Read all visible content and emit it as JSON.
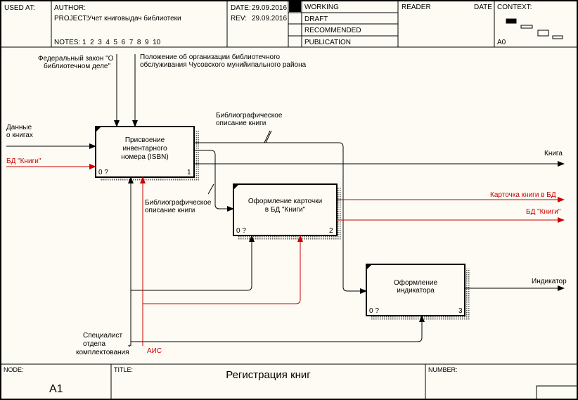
{
  "header": {
    "used_at_label": "USED AT:",
    "author_label": "AUTHOR:",
    "project_label": "PROJECT:",
    "project_value": "Учет книговыдач библиотеки",
    "notes_label": "NOTES:",
    "notes_values": "1  2  3  4  5  6  7  8  9  10",
    "date_label": "DATE:",
    "date_value": "29.09.2016",
    "rev_label": "REV:",
    "rev_value": "29.09.2016",
    "status_working": "WORKING",
    "status_draft": "DRAFT",
    "status_recommended": "RECOMMENDED",
    "status_publication": "PUBLICATION",
    "reader_label": "READER",
    "reader_date_label": "DATE",
    "context_label": "CONTEXT:",
    "context_node": "A0"
  },
  "boxes": [
    {
      "name": "Присвоение инвентарного номера (ISBN)",
      "line1": "Присвоение",
      "line2": "инвентарного",
      "line3": "номера (ISBN)",
      "cost": "0 ?",
      "number": "1"
    },
    {
      "name": "Оформление карточки в БД \"Книги\"",
      "line1": "Оформление карточки",
      "line2": "в БД \"Книги\"",
      "cost": "0 ?",
      "number": "2"
    },
    {
      "name": "Оформление индикатора",
      "line1": "Оформление",
      "line2": "индикатора",
      "cost": "0 ?",
      "number": "3"
    }
  ],
  "arrows": {
    "control_law_1": "Федеральный закон \"О",
    "control_law_2": "библиотечном деле\"",
    "control_reg_1": "Положение об организации библиотечного",
    "control_reg_2": "обслуживания Чусовского мунийипального района",
    "input_data_1": "Данные",
    "input_data_2": "о книгах",
    "input_db": "БД \"Книги\"",
    "biblio_top_1": "Библиографическое",
    "biblio_top_2": "описание книги",
    "biblio_mid_1": "Библиографическое",
    "biblio_mid_2": "описание книги",
    "output_book": "Книга",
    "output_card": "Карточка книги в БД",
    "output_db": "БД \"Книги\"",
    "output_indicator": "Индикатор",
    "mech_spec_1": "Специалист",
    "mech_spec_2": "отдела",
    "mech_spec_3": "комплектования",
    "mech_ais": "АИС"
  },
  "footer": {
    "node_label": "NODE:",
    "node_value": "A1",
    "title_label": "TITLE:",
    "title_value": "Регистрация книг",
    "number_label": "NUMBER:"
  },
  "colors": {
    "line": "#000000",
    "red": "#cc0000",
    "background": "#fdfbf3"
  }
}
